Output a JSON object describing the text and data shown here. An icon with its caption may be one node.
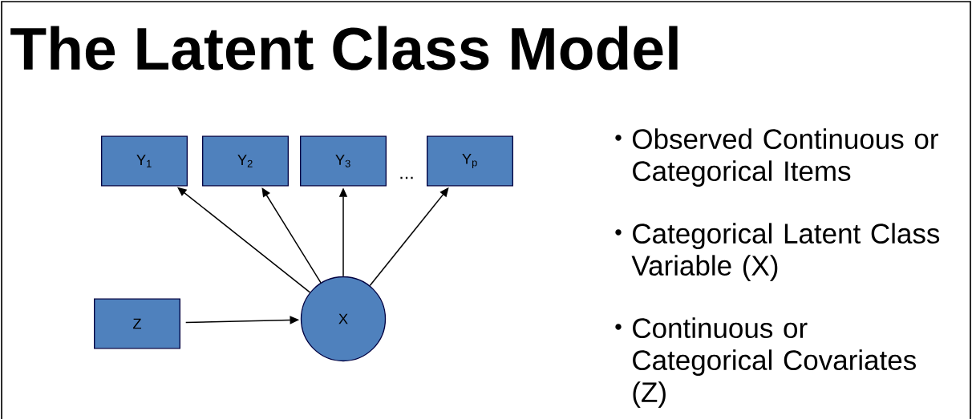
{
  "diagram": {
    "title": "The Latent Class Model",
    "nodes": [
      {
        "text": [
          "Y$_{1}$"
        ]
      },
      {
        "text": [
          "Y$_{2}$"
        ]
      },
      {
        "text": [
          "Y$_{3}$"
        ]
      },
      {
        "text": [
          "Y$_{p}$"
        ]
      },
      {
        "text": [
          "Z"
        ]
      },
      {
        "text": [
          "X"
        ]
      }
    ],
    "edges": [
      {
        "from": 5,
        "to": 0,
        "arrow": "to"
      },
      {
        "from": 5,
        "to": 1,
        "arrow": "to"
      },
      {
        "from": 5,
        "to": 2,
        "arrow": "to"
      },
      {
        "from": 5,
        "to": 3,
        "arrow": "to"
      },
      {
        "from": 4,
        "to": 5,
        "arrow": "to"
      }
    ],
    "labels": [
      "...",
      "Observed Continuous or Categorical Items",
      "Categorical Latent Class Variable (X)",
      "Continuous or Categorical Covariates (Z)"
    ]
  }
}
